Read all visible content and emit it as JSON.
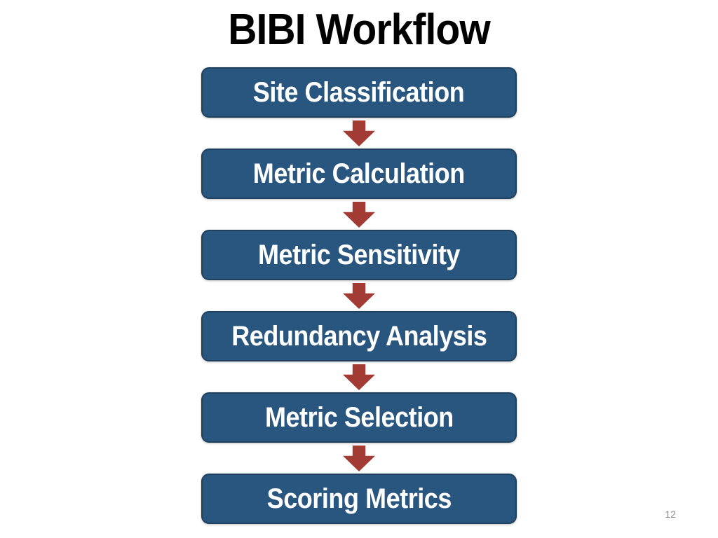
{
  "slide": {
    "title": "BIBI Workflow",
    "page_number": "12",
    "colors": {
      "box_fill": "#29567F",
      "box_border": "#1E4160",
      "arrow_color": "#A23B33",
      "title_color": "#000000",
      "page_number_color": "#8A8A8A"
    },
    "workflow": {
      "steps": [
        "Site Classification",
        "Metric Calculation",
        "Metric Sensitivity",
        "Redundancy Analysis",
        "Metric Selection",
        "Scoring Metrics"
      ]
    }
  }
}
